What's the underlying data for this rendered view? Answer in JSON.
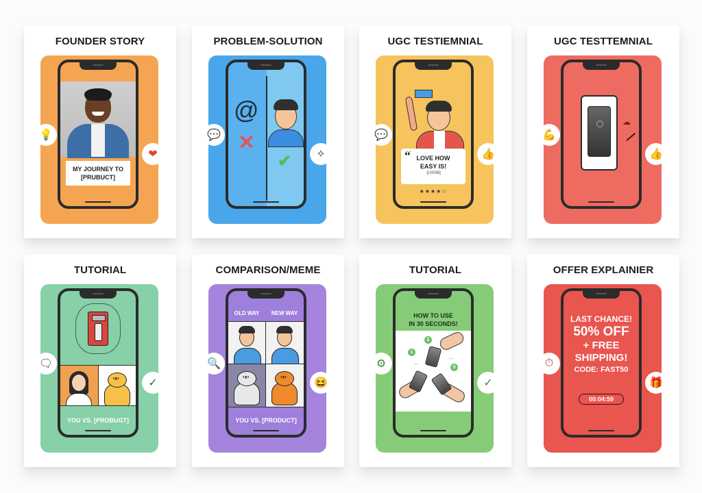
{
  "colors": {
    "orange": "#f5a552",
    "blue": "#4aa6ea",
    "yellow": "#f6c35c",
    "coral": "#ee6b62",
    "mint": "#88d0a8",
    "purple": "#a584de",
    "green": "#86cc78",
    "red": "#e9554f"
  },
  "cards": [
    {
      "title": "FOUNDER STORY",
      "caption_line1": "MY JOURNEY TO",
      "caption_line2": "[PRUBUCT]",
      "left_icon": "lightbulb-icon",
      "left_glyph": "💡",
      "right_icon": "heart-icon",
      "right_glyph": "❤"
    },
    {
      "title": "PROBLEM-SOLUTION",
      "left_icon": "chat-bubble-icon",
      "left_glyph": "💬",
      "right_icon": "sparkle-wand-icon",
      "right_glyph": "✧",
      "scribble_glyph": "@",
      "problem_mark": "✕",
      "solution_mark": "✔"
    },
    {
      "title": "UGC TESTIEMNIAL",
      "quote_mark": "“",
      "quote_line1": "LOVE HOW",
      "quote_line2": "EASY IS!",
      "quote_author": "-[USSB]",
      "stars": "★★★★☆",
      "left_icon": "speech-ellipsis-icon",
      "left_glyph": "💬",
      "right_icon": "thumbs-up-icon",
      "right_glyph": "👍"
    },
    {
      "title": "UGC TESTTEMNIAL",
      "left_icon": "flexed-bicep-icon",
      "left_glyph": "💪",
      "right_icon": "thumbs-up-icon",
      "right_glyph": "👍",
      "doodle_glyph": "☁"
    },
    {
      "title": "TUTORIAL",
      "cta": "YOU VS. [PROBUGT]",
      "left_icon": "message-lines-icon",
      "left_glyph": "🗨",
      "right_icon": "check-icon",
      "right_glyph": "✓",
      "cat_face": "•ᴥ•"
    },
    {
      "title": "COMPARISON/MEME",
      "label_old": "OLD WAY",
      "label_new": "NEW WAY",
      "cta": "YOU VS. [PRODUCT]",
      "left_icon": "magnifier-icon",
      "left_glyph": "🔍",
      "right_icon": "laughing-emoji-icon",
      "right_glyph": "😆",
      "cat_face": "•ᴥ•"
    },
    {
      "title": "TUTORIAL",
      "howto_line1": "HOW TO USE",
      "howto_line2": "IN 30 SECONDS!",
      "steps": [
        "1",
        "2",
        "3"
      ],
      "arrow_left": "←",
      "arrow_right": "→",
      "left_icon": "gear-icon",
      "left_glyph": "⚙",
      "right_icon": "check-icon",
      "right_glyph": "✓"
    },
    {
      "title": "OFFER EXPLAINIER",
      "line1": "LAST CHANCE!",
      "line2": "50% OFF",
      "line3": "+ FREE",
      "line4": "SHIPPING!",
      "line5": "CODE: FAST50",
      "timer": "00:04:59",
      "left_icon": "clock-alert-icon",
      "left_glyph": "⏱",
      "right_icon": "gift-icon",
      "right_glyph": "🎁"
    }
  ]
}
